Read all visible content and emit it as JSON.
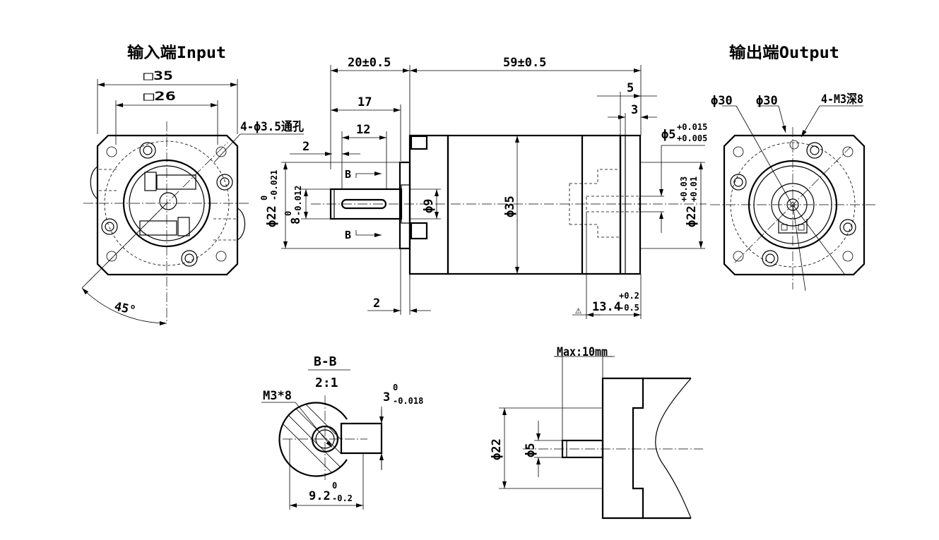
{
  "views": {
    "input_title": "输入端Input",
    "output_title": "输出端Output",
    "section_title": "B-B",
    "section_scale": "2:1"
  },
  "dims": {
    "sq35": "□35",
    "sq26": "□26",
    "holes_in": "4-ϕ3.5通孔",
    "angle": "45°",
    "d20": "20±0.5",
    "d59": "59±0.5",
    "d17": "17",
    "d12": "12",
    "d2a": "2",
    "d2b": "2",
    "d5": "5",
    "d3": "3",
    "phi22_in": "ϕ22",
    "phi22_in_up": "0",
    "phi22_in_lo": "-0.021",
    "key8": "8",
    "key8_up": "0",
    "key8_lo": "-0.012",
    "phi9": "ϕ9",
    "phi35": "ϕ35",
    "phi22_out": "ϕ22",
    "phi22_out_up": "+0.03",
    "phi22_out_lo": "+0.01",
    "phi5": "ϕ5",
    "phi5_up": "+0.015",
    "phi5_lo": "+0.005",
    "d13": "13.4",
    "d13_up": "+0.2",
    "d13_lo": "-0.5",
    "warn": "⚠",
    "sec_b1": "B",
    "sec_b2": "B",
    "phi30a": "ϕ30",
    "phi30b": "ϕ30",
    "holes_out": "4-M3深8",
    "m3x8": "M3*8",
    "key3": "3",
    "key3_up": "0",
    "key3_lo": "-0.018",
    "d92": "9.2",
    "d92_up": "0",
    "d92_lo": "-0.2",
    "max10": "Max:10mm",
    "phi22_det": "ϕ22",
    "phi5_det": "ϕ5"
  }
}
